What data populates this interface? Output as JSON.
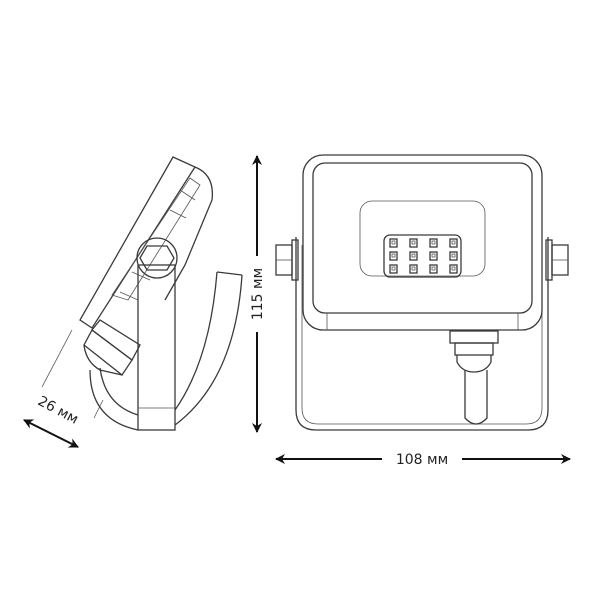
{
  "dimensions": {
    "height": "115 мм",
    "width": "108 мм",
    "depth": "26 мм"
  },
  "views": [
    "side-view",
    "front-view"
  ],
  "led_grid": {
    "rows": 3,
    "cols": 4
  },
  "colors": {
    "line": "#3a3a3a",
    "dimension": "#111111",
    "background": "#ffffff"
  }
}
